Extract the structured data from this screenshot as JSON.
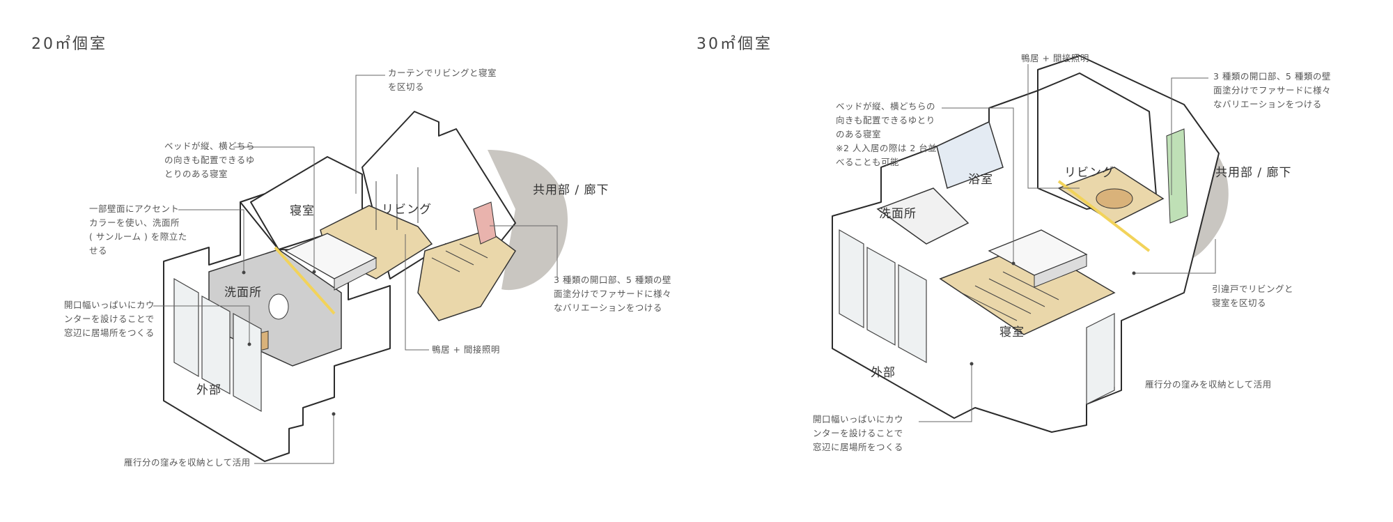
{
  "left_plan": {
    "title": "20㎡個室",
    "rooms": {
      "bedroom": "寝室",
      "living": "リビング",
      "washroom": "洗面所",
      "exterior": "外部",
      "corridor": "共用部 / 廊下"
    },
    "notes": {
      "curtain": "カーテンでリビングと寝室\nを区切る",
      "bed": "ベッドが縦、横どちら\nの向きも配置できるゆ\nとりのある寝室",
      "accent": "一部壁面にアクセント\nカラーを使い、洗面所\n( サンルーム ) を際立た\nせる",
      "counter": "開口幅いっぱいにカウ\nンターを設けることで\n窓辺に居場所をつくる",
      "storage": "雁行分の窪みを収納として活用",
      "facade": "3 種類の開口部、5 種類の壁\n面塗分けでファサードに様々\nなバリエーションをつける",
      "lintel": "鴨居 + 間接照明"
    }
  },
  "right_plan": {
    "title": "30㎡個室",
    "rooms": {
      "bath": "浴室",
      "washroom": "洗面所",
      "living": "リビング",
      "bedroom": "寝室",
      "exterior": "外部",
      "corridor": "共用部 / 廊下"
    },
    "notes": {
      "lintel": "鴨居 + 間接照明",
      "bed": "ベッドが縦、横どちらの\n向きも配置できるゆとり\nのある寝室\n※2 人入居の際は 2 台並\nべることも可能",
      "facade": "3 種類の開口部、5 種類の壁\n面塗分けでファサードに様々\nなバリエーションをつける",
      "sliding": "引違戸でリビングと\n寝室を区切る",
      "storage": "雁行分の窪みを収納として活用",
      "counter": "開口幅いっぱいにカウ\nンターを設けることで\n窓辺に居場所をつくる"
    }
  },
  "colors": {
    "wood_floor": "#ead7aa",
    "washroom_floor": "#cfcfcf",
    "accent_pink": "#e9b3ad",
    "accent_green": "#bfe0b6",
    "corridor_shadow": "#c9c6c1",
    "lintel_yellow": "#f2d35a"
  }
}
